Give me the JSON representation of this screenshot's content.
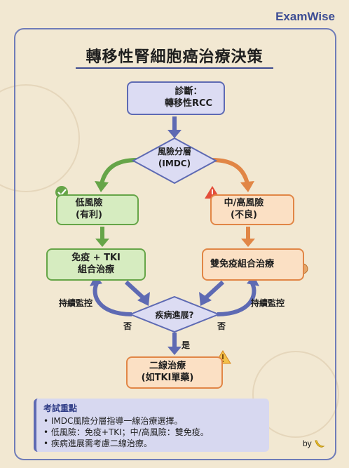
{
  "brand": "ExamWise",
  "title": "轉移性腎細胞癌治療決策",
  "nodes": {
    "diagnosis": {
      "line1": "診斷：",
      "line2": "轉移性RCC"
    },
    "risk": {
      "line1": "風險分層",
      "line2": "(IMDC)"
    },
    "low": {
      "line1": "低風險",
      "line2": "(有利)"
    },
    "high": {
      "line1": "中/高風險",
      "line2": "(不良)"
    },
    "io_tki": {
      "line1": "免疫 + TKI",
      "line2": "組合治療"
    },
    "dual_io": {
      "line1": "雙免疫組合治療"
    },
    "progress": {
      "line1": "疾病進展?"
    },
    "second": {
      "line1": "二線治療",
      "line2": "(如TKI單藥)"
    }
  },
  "edge_labels": {
    "monitor_left": "持續監控",
    "monitor_right": "持續監控",
    "no_left": "否",
    "no_right": "否",
    "yes": "是"
  },
  "notes": {
    "heading": "考試重點",
    "items": [
      "• IMDC風險分層指導一線治療選擇。",
      "• 低風險：免疫+TKI；中/高風險：雙免疫。",
      "• 疾病進展需考慮二線治療。"
    ]
  },
  "byline": "by",
  "colors": {
    "purple": "#5e6ab3",
    "green": "#66a548",
    "orange": "#e18646",
    "frame": "#6f7cb8"
  }
}
